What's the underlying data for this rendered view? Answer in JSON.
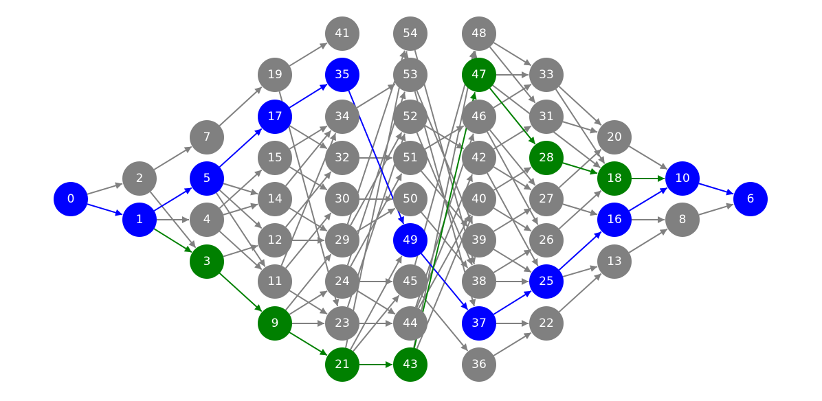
{
  "colors": {
    "default": "#808080",
    "blue": "#0000ff",
    "green": "#008000",
    "label": "#ffffff"
  },
  "nodes": [
    {
      "id": 0,
      "label": "0",
      "color": "blue"
    },
    {
      "id": 1,
      "label": "1",
      "color": "blue"
    },
    {
      "id": 2,
      "label": "2",
      "color": "default"
    },
    {
      "id": 3,
      "label": "3",
      "color": "green"
    },
    {
      "id": 4,
      "label": "4",
      "color": "default"
    },
    {
      "id": 5,
      "label": "5",
      "color": "blue"
    },
    {
      "id": 6,
      "label": "6",
      "color": "blue"
    },
    {
      "id": 7,
      "label": "7",
      "color": "default"
    },
    {
      "id": 8,
      "label": "8",
      "color": "default"
    },
    {
      "id": 9,
      "label": "9",
      "color": "green"
    },
    {
      "id": 10,
      "label": "10",
      "color": "blue"
    },
    {
      "id": 11,
      "label": "11",
      "color": "default"
    },
    {
      "id": 12,
      "label": "12",
      "color": "default"
    },
    {
      "id": 13,
      "label": "13",
      "color": "default"
    },
    {
      "id": 14,
      "label": "14",
      "color": "default"
    },
    {
      "id": 15,
      "label": "15",
      "color": "default"
    },
    {
      "id": 16,
      "label": "16",
      "color": "blue"
    },
    {
      "id": 17,
      "label": "17",
      "color": "blue"
    },
    {
      "id": 18,
      "label": "18",
      "color": "green"
    },
    {
      "id": 19,
      "label": "19",
      "color": "default"
    },
    {
      "id": 20,
      "label": "20",
      "color": "default"
    },
    {
      "id": 21,
      "label": "21",
      "color": "green"
    },
    {
      "id": 22,
      "label": "22",
      "color": "default"
    },
    {
      "id": 23,
      "label": "23",
      "color": "default"
    },
    {
      "id": 24,
      "label": "24",
      "color": "default"
    },
    {
      "id": 25,
      "label": "25",
      "color": "blue"
    },
    {
      "id": 26,
      "label": "26",
      "color": "default"
    },
    {
      "id": 27,
      "label": "27",
      "color": "default"
    },
    {
      "id": 28,
      "label": "28",
      "color": "green"
    },
    {
      "id": 29,
      "label": "29",
      "color": "default"
    },
    {
      "id": 30,
      "label": "30",
      "color": "default"
    },
    {
      "id": 31,
      "label": "31",
      "color": "default"
    },
    {
      "id": 32,
      "label": "32",
      "color": "default"
    },
    {
      "id": 33,
      "label": "33",
      "color": "default"
    },
    {
      "id": 34,
      "label": "34",
      "color": "default"
    },
    {
      "id": 35,
      "label": "35",
      "color": "blue"
    },
    {
      "id": 36,
      "label": "36",
      "color": "default"
    },
    {
      "id": 37,
      "label": "37",
      "color": "blue"
    },
    {
      "id": 38,
      "label": "38",
      "color": "default"
    },
    {
      "id": 39,
      "label": "39",
      "color": "default"
    },
    {
      "id": 40,
      "label": "40",
      "color": "default"
    },
    {
      "id": 41,
      "label": "41",
      "color": "default"
    },
    {
      "id": 42,
      "label": "42",
      "color": "default"
    },
    {
      "id": 43,
      "label": "43",
      "color": "green"
    },
    {
      "id": 44,
      "label": "44",
      "color": "default"
    },
    {
      "id": 45,
      "label": "45",
      "color": "default"
    },
    {
      "id": 46,
      "label": "46",
      "color": "default"
    },
    {
      "id": 47,
      "label": "47",
      "color": "green"
    },
    {
      "id": 48,
      "label": "48",
      "color": "default"
    },
    {
      "id": 49,
      "label": "49",
      "color": "blue"
    },
    {
      "id": 50,
      "label": "50",
      "color": "default"
    },
    {
      "id": 51,
      "label": "51",
      "color": "default"
    },
    {
      "id": 52,
      "label": "52",
      "color": "default"
    },
    {
      "id": 53,
      "label": "53",
      "color": "default"
    },
    {
      "id": 54,
      "label": "54",
      "color": "default"
    }
  ],
  "edges": [
    {
      "from": 0,
      "to": 2,
      "color": "default"
    },
    {
      "from": 0,
      "to": 1,
      "color": "blue"
    },
    {
      "from": 1,
      "to": 5,
      "color": "blue"
    },
    {
      "from": 1,
      "to": 4,
      "color": "default"
    },
    {
      "from": 1,
      "to": 3,
      "color": "green"
    },
    {
      "from": 2,
      "to": 7,
      "color": "default"
    },
    {
      "from": 2,
      "to": 3,
      "color": "default"
    },
    {
      "from": 5,
      "to": 17,
      "color": "blue"
    },
    {
      "from": 5,
      "to": 14,
      "color": "default"
    },
    {
      "from": 5,
      "to": 12,
      "color": "default"
    },
    {
      "from": 5,
      "to": 11,
      "color": "default"
    },
    {
      "from": 7,
      "to": 19,
      "color": "default"
    },
    {
      "from": 4,
      "to": 15,
      "color": "default"
    },
    {
      "from": 4,
      "to": 14,
      "color": "default"
    },
    {
      "from": 4,
      "to": 11,
      "color": "default"
    },
    {
      "from": 3,
      "to": 12,
      "color": "default"
    },
    {
      "from": 3,
      "to": 9,
      "color": "green"
    },
    {
      "from": 19,
      "to": 41,
      "color": "default"
    },
    {
      "from": 19,
      "to": 23,
      "color": "default"
    },
    {
      "from": 17,
      "to": 35,
      "color": "blue"
    },
    {
      "from": 17,
      "to": 32,
      "color": "default"
    },
    {
      "from": 15,
      "to": 30,
      "color": "default"
    },
    {
      "from": 15,
      "to": 34,
      "color": "default"
    },
    {
      "from": 14,
      "to": 34,
      "color": "default"
    },
    {
      "from": 14,
      "to": 29,
      "color": "default"
    },
    {
      "from": 12,
      "to": 29,
      "color": "default"
    },
    {
      "from": 12,
      "to": 32,
      "color": "default"
    },
    {
      "from": 11,
      "to": 34,
      "color": "default"
    },
    {
      "from": 11,
      "to": 30,
      "color": "default"
    },
    {
      "from": 11,
      "to": 23,
      "color": "default"
    },
    {
      "from": 9,
      "to": 24,
      "color": "default"
    },
    {
      "from": 9,
      "to": 23,
      "color": "default"
    },
    {
      "from": 9,
      "to": 29,
      "color": "default"
    },
    {
      "from": 9,
      "to": 21,
      "color": "green"
    },
    {
      "from": 35,
      "to": 49,
      "color": "blue"
    },
    {
      "from": 34,
      "to": 53,
      "color": "default"
    },
    {
      "from": 32,
      "to": 51,
      "color": "default"
    },
    {
      "from": 30,
      "to": 50,
      "color": "default"
    },
    {
      "from": 29,
      "to": 54,
      "color": "default"
    },
    {
      "from": 29,
      "to": 52,
      "color": "default"
    },
    {
      "from": 29,
      "to": 50,
      "color": "default"
    },
    {
      "from": 24,
      "to": 53,
      "color": "default"
    },
    {
      "from": 24,
      "to": 51,
      "color": "default"
    },
    {
      "from": 24,
      "to": 45,
      "color": "default"
    },
    {
      "from": 24,
      "to": 44,
      "color": "default"
    },
    {
      "from": 23,
      "to": 52,
      "color": "default"
    },
    {
      "from": 23,
      "to": 44,
      "color": "default"
    },
    {
      "from": 21,
      "to": 54,
      "color": "default"
    },
    {
      "from": 21,
      "to": 49,
      "color": "default"
    },
    {
      "from": 21,
      "to": 45,
      "color": "default"
    },
    {
      "from": 21,
      "to": 43,
      "color": "green"
    },
    {
      "from": 49,
      "to": 37,
      "color": "blue"
    },
    {
      "from": 54,
      "to": 38,
      "color": "default"
    },
    {
      "from": 53,
      "to": 39,
      "color": "default"
    },
    {
      "from": 53,
      "to": 37,
      "color": "default"
    },
    {
      "from": 52,
      "to": 42,
      "color": "default"
    },
    {
      "from": 52,
      "to": 38,
      "color": "default"
    },
    {
      "from": 51,
      "to": 46,
      "color": "default"
    },
    {
      "from": 51,
      "to": 39,
      "color": "default"
    },
    {
      "from": 50,
      "to": 38,
      "color": "default"
    },
    {
      "from": 45,
      "to": 48,
      "color": "default"
    },
    {
      "from": 45,
      "to": 36,
      "color": "default"
    },
    {
      "from": 44,
      "to": 46,
      "color": "default"
    },
    {
      "from": 44,
      "to": 42,
      "color": "default"
    },
    {
      "from": 44,
      "to": 40,
      "color": "default"
    },
    {
      "from": 43,
      "to": 47,
      "color": "green"
    },
    {
      "from": 43,
      "to": 48,
      "color": "default"
    },
    {
      "from": 43,
      "to": 40,
      "color": "default"
    },
    {
      "from": 48,
      "to": 33,
      "color": "default"
    },
    {
      "from": 48,
      "to": 31,
      "color": "default"
    },
    {
      "from": 47,
      "to": 33,
      "color": "default"
    },
    {
      "from": 47,
      "to": 28,
      "color": "green"
    },
    {
      "from": 47,
      "to": 18,
      "color": "default"
    },
    {
      "from": 46,
      "to": 33,
      "color": "default"
    },
    {
      "from": 46,
      "to": 27,
      "color": "default"
    },
    {
      "from": 46,
      "to": 26,
      "color": "default"
    },
    {
      "from": 42,
      "to": 31,
      "color": "default"
    },
    {
      "from": 42,
      "to": 27,
      "color": "default"
    },
    {
      "from": 42,
      "to": 25,
      "color": "default"
    },
    {
      "from": 40,
      "to": 28,
      "color": "default"
    },
    {
      "from": 40,
      "to": 26,
      "color": "default"
    },
    {
      "from": 39,
      "to": 27,
      "color": "default"
    },
    {
      "from": 39,
      "to": 25,
      "color": "default"
    },
    {
      "from": 38,
      "to": 26,
      "color": "default"
    },
    {
      "from": 38,
      "to": 25,
      "color": "default"
    },
    {
      "from": 37,
      "to": 25,
      "color": "blue"
    },
    {
      "from": 37,
      "to": 22,
      "color": "default"
    },
    {
      "from": 36,
      "to": 22,
      "color": "default"
    },
    {
      "from": 33,
      "to": 20,
      "color": "default"
    },
    {
      "from": 33,
      "to": 18,
      "color": "default"
    },
    {
      "from": 31,
      "to": 20,
      "color": "default"
    },
    {
      "from": 28,
      "to": 18,
      "color": "green"
    },
    {
      "from": 27,
      "to": 20,
      "color": "default"
    },
    {
      "from": 27,
      "to": 16,
      "color": "default"
    },
    {
      "from": 26,
      "to": 18,
      "color": "default"
    },
    {
      "from": 25,
      "to": 16,
      "color": "blue"
    },
    {
      "from": 25,
      "to": 13,
      "color": "default"
    },
    {
      "from": 22,
      "to": 13,
      "color": "default"
    },
    {
      "from": 20,
      "to": 10,
      "color": "default"
    },
    {
      "from": 18,
      "to": 10,
      "color": "green"
    },
    {
      "from": 16,
      "to": 10,
      "color": "blue"
    },
    {
      "from": 16,
      "to": 8,
      "color": "default"
    },
    {
      "from": 13,
      "to": 8,
      "color": "default"
    },
    {
      "from": 10,
      "to": 6,
      "color": "blue"
    },
    {
      "from": 8,
      "to": 6,
      "color": "default"
    }
  ]
}
